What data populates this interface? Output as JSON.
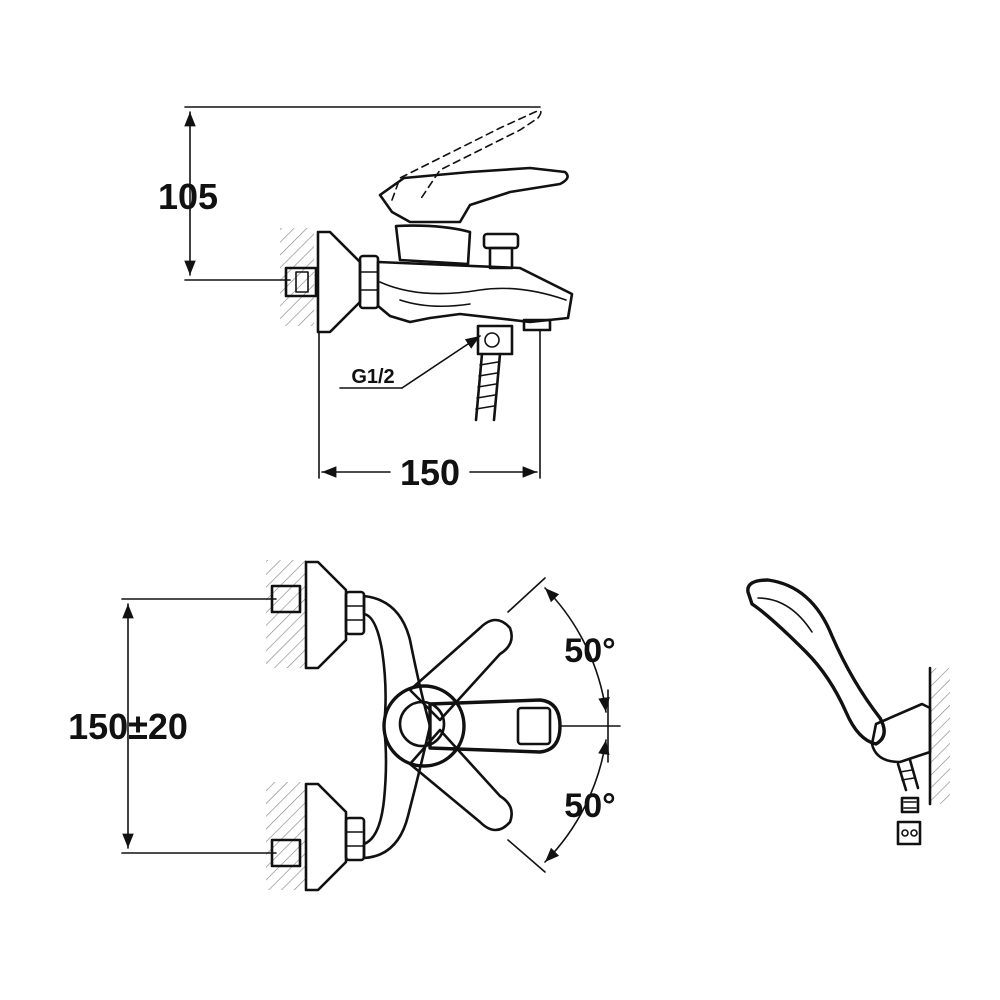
{
  "dimensions": {
    "height": "105",
    "width": "150",
    "thread": "G1/2",
    "spacing": "150±20",
    "angle_upper": "50°",
    "angle_lower": "50°"
  },
  "colors": {
    "line": "#111111",
    "hatch": "#777777",
    "background": "#ffffff"
  }
}
